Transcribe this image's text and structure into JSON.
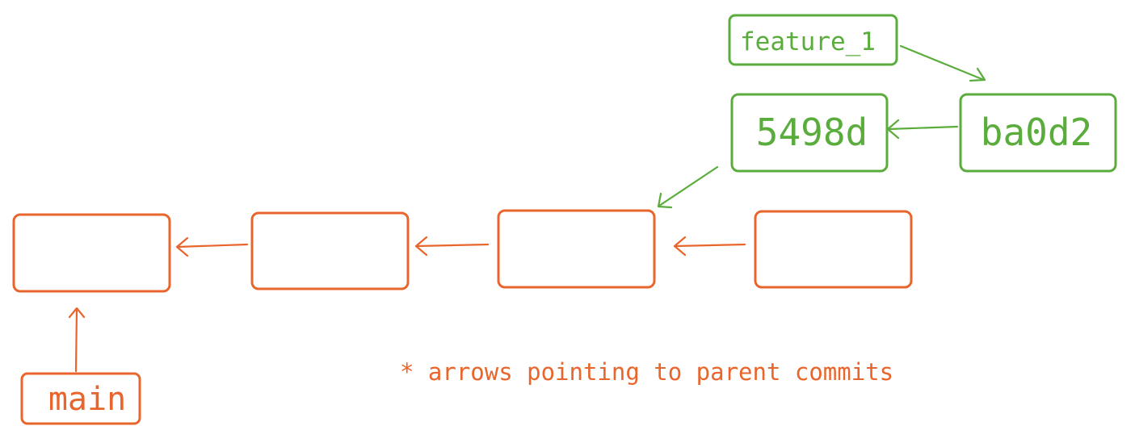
{
  "colors": {
    "main_branch": "#e8652c",
    "feature_branch": "#5aad3c",
    "background": "#ffffff"
  },
  "main_commits": [
    "",
    "",
    "",
    ""
  ],
  "feature_commits": [
    "5498d",
    "ba0d2"
  ],
  "branch_labels": {
    "main": "main",
    "feature": "feature_1"
  },
  "note": "* arrows pointing to parent commits"
}
